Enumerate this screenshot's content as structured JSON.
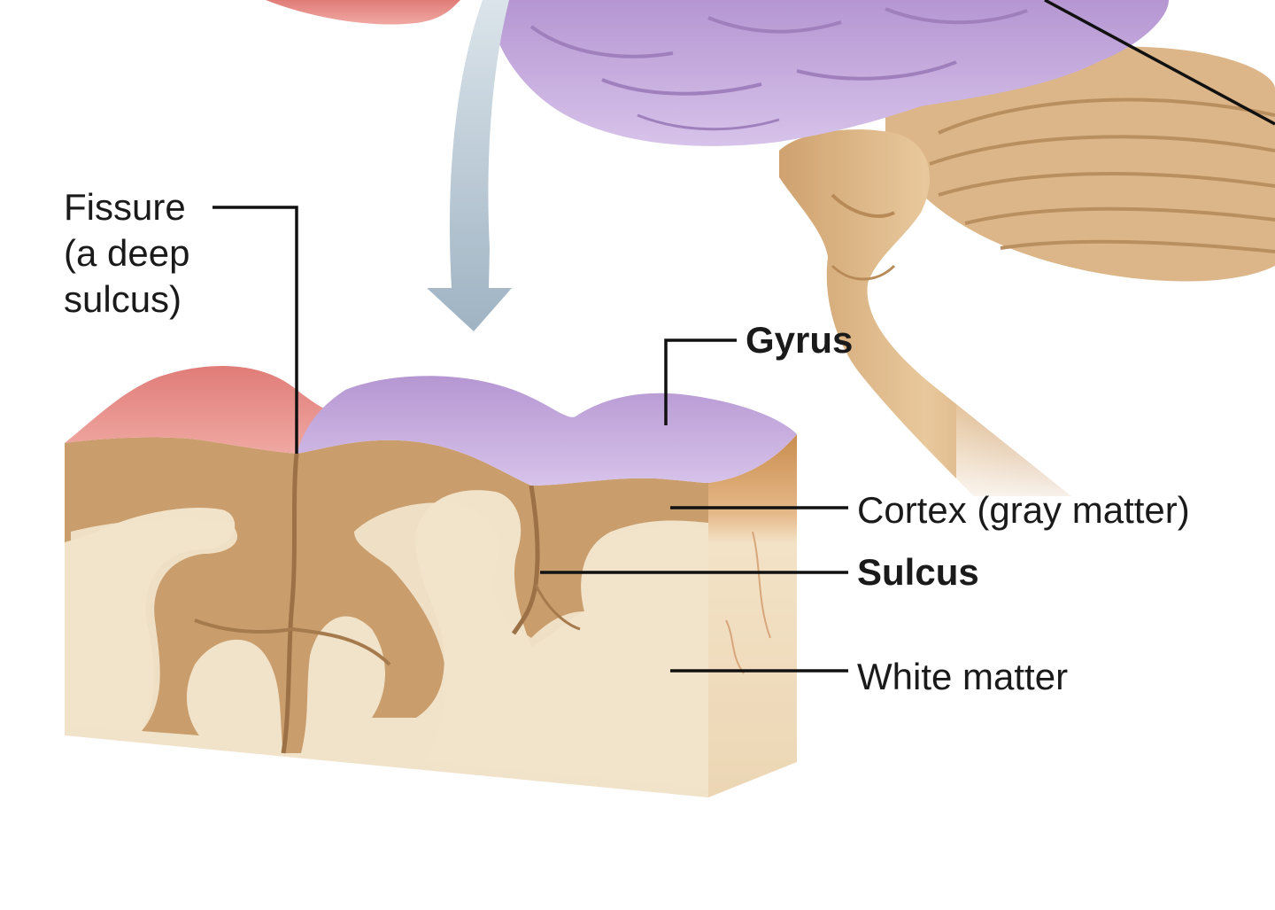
{
  "labels": {
    "fissure_line1": "Fissure",
    "fissure_line2": "(a deep",
    "fissure_line3": "sulcus)",
    "gyrus": "Gyrus",
    "cortex": "Cortex (gray matter)",
    "sulcus": "Sulcus",
    "white_matter": "White matter"
  },
  "colors": {
    "frontal_lobe": "#e58a86",
    "cerebrum_purple": "#c2a5da",
    "brainstem_tan": "#d9b284",
    "gray_matter": "#c99d6c",
    "white_matter": "#f1e3ca",
    "arrow": "#9fb4c4"
  }
}
